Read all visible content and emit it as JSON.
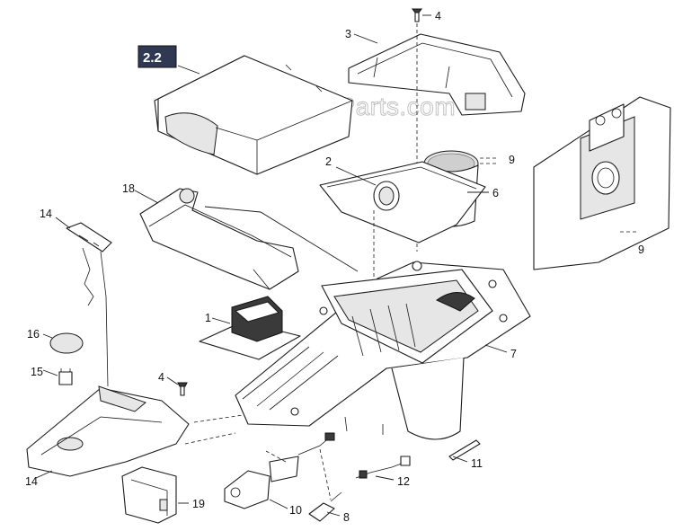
{
  "badge": {
    "label": "2.2",
    "color": "#2f3a52"
  },
  "watermark": "eReplacementParts.com",
  "callouts": {
    "c1": "1",
    "c2": "2",
    "c3": "3",
    "c4a": "4",
    "c4b": "4",
    "c6": "6",
    "c7": "7",
    "c8": "8",
    "c9a": "9",
    "c9b": "9",
    "c10": "10",
    "c11": "11",
    "c12": "12",
    "c14a": "14",
    "c14b": "14",
    "c15": "15",
    "c16": "16",
    "c18": "18",
    "c19": "19"
  }
}
